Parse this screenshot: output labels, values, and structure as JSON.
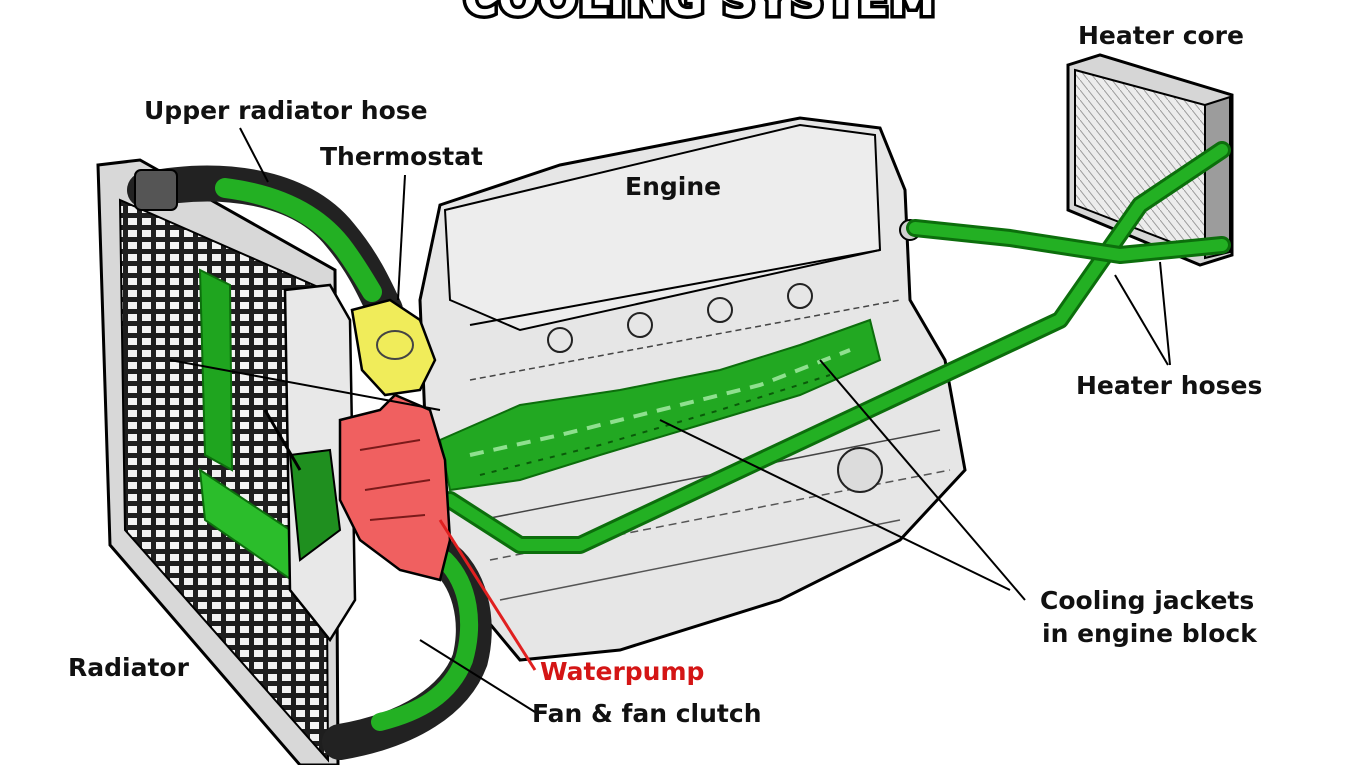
{
  "title": "COOLING SYSTEM",
  "labels": {
    "heater_core": "Heater core",
    "upper_radiator_hose": "Upper radiator hose",
    "thermostat": "Thermostat",
    "engine": "Engine",
    "heater_hoses": "Heater hoses",
    "cooling_jackets_line1": "Cooling jackets",
    "cooling_jackets_line2": "in engine block",
    "radiator": "Radiator",
    "waterpump": "Waterpump",
    "fan_clutch": "Fan & fan clutch"
  },
  "colors": {
    "coolant": "#1fa51f",
    "coolant_dark": "#0c6e0c",
    "thermostat": "#f0ec5a",
    "waterpump": "#f06060",
    "waterpump_leader": "#e02020",
    "engine": "#e4e4e4",
    "radiator_core": "#2a2a2a",
    "line": "#000000"
  }
}
